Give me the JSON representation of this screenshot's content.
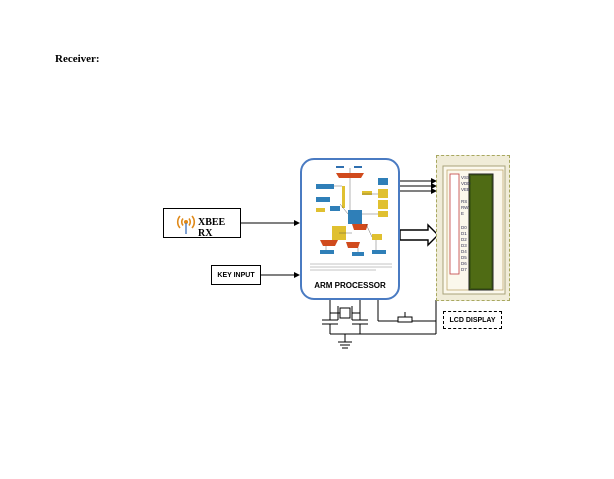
{
  "heading": "Receiver:",
  "blocks": {
    "xbee": "XBEE RX",
    "key_input": "KEY INPUT",
    "arm": "ARM PROCESSOR",
    "lcd": "LCD DISPLAY"
  },
  "lcd_pins": [
    "VSS",
    "VDD",
    "VEE",
    "RS",
    "RW",
    "E",
    "D0",
    "D1",
    "D2",
    "D3",
    "D4",
    "D5",
    "D6",
    "D7"
  ],
  "colors": {
    "arm_border": "#4a7bc2",
    "lcd_screen": "#3e5a10",
    "lcd_frame": "#f0ecd8",
    "pin_box": "#c04040",
    "wifi_icon": "#e08a1a"
  }
}
